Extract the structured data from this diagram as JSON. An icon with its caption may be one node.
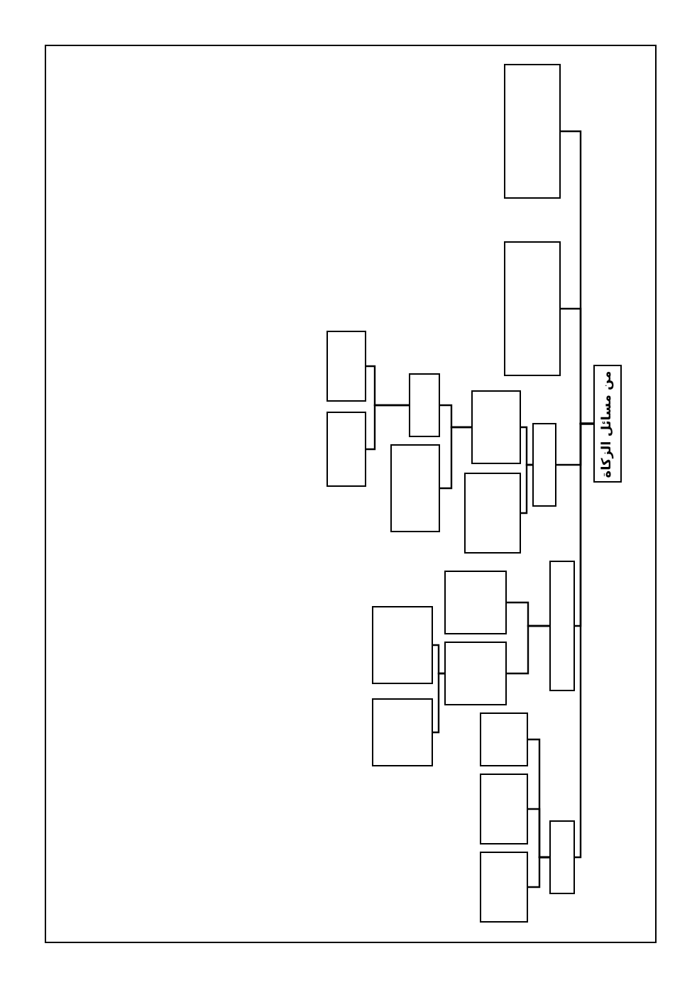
{
  "diagram": {
    "nodes": [
      {
        "text": [
          "من مسائل الزكاة"
        ]
      },
      {
        "text": [],
        "shape": "box"
      },
      {
        "text": [],
        "shape": "box"
      },
      {
        "text": [],
        "shape": "box"
      },
      {
        "text": [],
        "shape": "box"
      },
      {
        "text": [],
        "shape": "box"
      },
      {
        "text": [],
        "shape": "box"
      },
      {
        "text": [],
        "shape": "box"
      },
      {
        "text": [],
        "shape": "box"
      },
      {
        "text": [],
        "shape": "box"
      },
      {
        "text": [],
        "shape": "box"
      },
      {
        "text": [],
        "shape": "box"
      },
      {
        "text": [],
        "shape": "box"
      },
      {
        "text": [],
        "shape": "box"
      },
      {
        "text": [],
        "shape": "box"
      },
      {
        "text": [],
        "shape": "box"
      },
      {
        "text": [],
        "shape": "box"
      },
      {
        "text": [],
        "shape": "box"
      },
      {
        "text": [],
        "shape": "box"
      }
    ],
    "edges": [
      {
        "from": 0,
        "to": 1,
        "arrow": "none"
      },
      {
        "from": 0,
        "to": 2,
        "arrow": "none"
      },
      {
        "from": 0,
        "to": 3,
        "arrow": "none"
      },
      {
        "from": 3,
        "to": 4,
        "arrow": "none"
      },
      {
        "from": 4,
        "to": 5,
        "arrow": "none"
      },
      {
        "from": 5,
        "to": 6,
        "arrow": "none"
      },
      {
        "from": 5,
        "to": 7,
        "arrow": "none"
      },
      {
        "from": 4,
        "to": 8,
        "arrow": "none"
      },
      {
        "from": 3,
        "to": 9,
        "arrow": "none"
      },
      {
        "from": 0,
        "to": 10,
        "arrow": "none"
      },
      {
        "from": 10,
        "to": 11,
        "arrow": "none"
      },
      {
        "from": 10,
        "to": 12,
        "arrow": "none"
      },
      {
        "from": 12,
        "to": 13,
        "arrow": "none"
      },
      {
        "from": 12,
        "to": 14,
        "arrow": "none"
      },
      {
        "from": 0,
        "to": 15,
        "arrow": "none"
      },
      {
        "from": 15,
        "to": 16,
        "arrow": "none"
      },
      {
        "from": 15,
        "to": 17,
        "arrow": "none"
      },
      {
        "from": 15,
        "to": 18,
        "arrow": "none"
      }
    ]
  }
}
